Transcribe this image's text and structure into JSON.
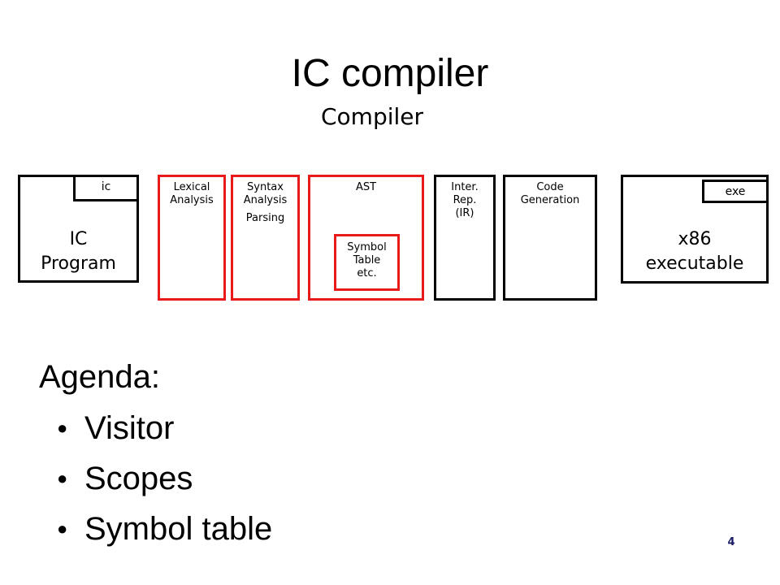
{
  "slide": {
    "title": "IC compiler",
    "subtitle": "Compiler",
    "page_number": "4"
  },
  "diagram": {
    "input": {
      "tab": "ic",
      "label": [
        "IC",
        "Program"
      ]
    },
    "stages": [
      {
        "head": [
          "Lexical",
          "Analysis"
        ],
        "sub": "",
        "highlighted": true
      },
      {
        "head": [
          "Syntax",
          "Analysis"
        ],
        "sub": "Parsing",
        "highlighted": true
      },
      {
        "head": [
          "AST"
        ],
        "sub": "",
        "highlighted": true,
        "inner": [
          "Symbol",
          "Table",
          "etc."
        ]
      },
      {
        "head": [
          "Inter.",
          "Rep.",
          "(IR)"
        ],
        "sub": "",
        "highlighted": false
      },
      {
        "head": [
          "Code",
          "Generation"
        ],
        "sub": "",
        "highlighted": false
      }
    ],
    "output": {
      "tab": "exe",
      "label": [
        "x86",
        "executable"
      ]
    },
    "colors": {
      "highlight": "#e81a1a",
      "normal": "#000000"
    }
  },
  "agenda": {
    "title": "Agenda:",
    "items": [
      "Visitor",
      "Scopes",
      "Symbol table"
    ]
  }
}
